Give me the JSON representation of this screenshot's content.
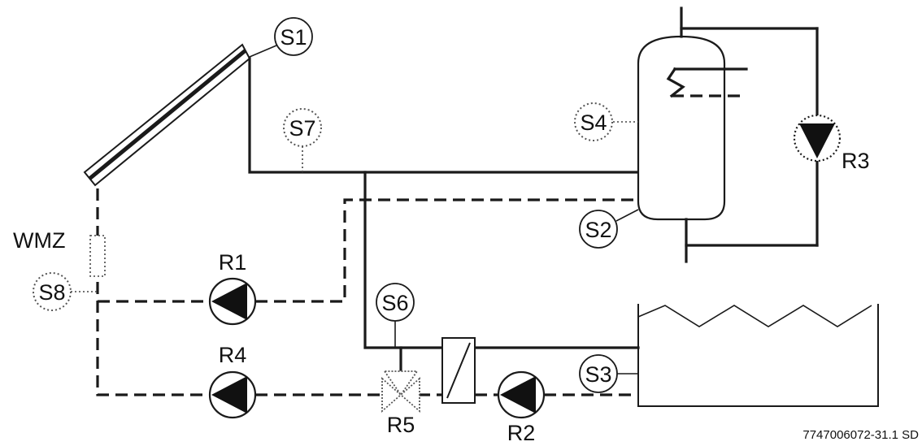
{
  "sensors": {
    "s1": "S1",
    "s2": "S2",
    "s3": "S3",
    "s4": "S4",
    "s6": "S6",
    "s7": "S7",
    "s8": "S8"
  },
  "pumps": {
    "r1": "R1",
    "r2": "R2",
    "r3": "R3",
    "r4": "R4"
  },
  "valve": {
    "r5": "R5"
  },
  "meter": {
    "wmz": "WMZ"
  },
  "reference": "7747006072-31.1 SD"
}
